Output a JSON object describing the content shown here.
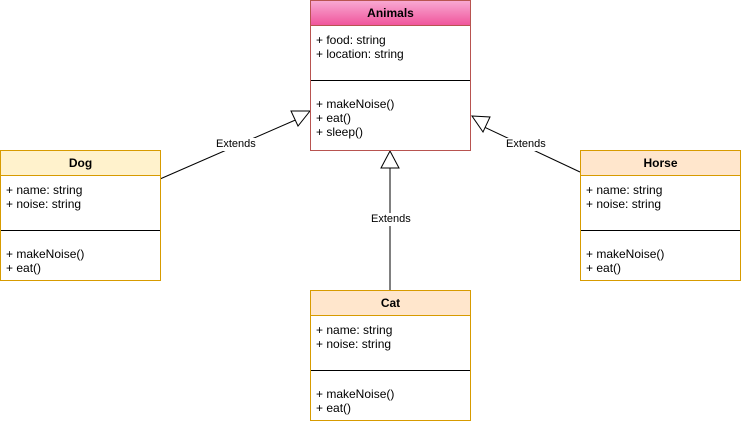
{
  "classes": {
    "animals": {
      "name": "Animals",
      "attributes": [
        "+ food: string",
        "+ location: string"
      ],
      "methods": [
        "+ makeNoise()",
        "+ eat()",
        "+ sleep()"
      ]
    },
    "dog": {
      "name": "Dog",
      "attributes": [
        "+ name: string",
        "+ noise: string"
      ],
      "methods": [
        "+ makeNoise()",
        "+ eat()"
      ]
    },
    "horse": {
      "name": "Horse",
      "attributes": [
        "+ name: string",
        "+ noise: string"
      ],
      "methods": [
        "+ makeNoise()",
        "+ eat()"
      ]
    },
    "cat": {
      "name": "Cat",
      "attributes": [
        "+ name: string",
        "+ noise: string"
      ],
      "methods": [
        "+ makeNoise()",
        "+ eat()"
      ]
    }
  },
  "edges": {
    "dog_animals": "Extends",
    "cat_animals": "Extends",
    "horse_animals": "Extends"
  },
  "colors": {
    "animals_header_top": "#f8a8d2",
    "animals_header_bottom": "#f0569c",
    "animals_border": "#b85450",
    "dog_header": "#fff2cc",
    "horse_header": "#ffe6cc",
    "cat_header": "#ffe6cc",
    "border": "#d79b00",
    "edge": "#000000"
  }
}
